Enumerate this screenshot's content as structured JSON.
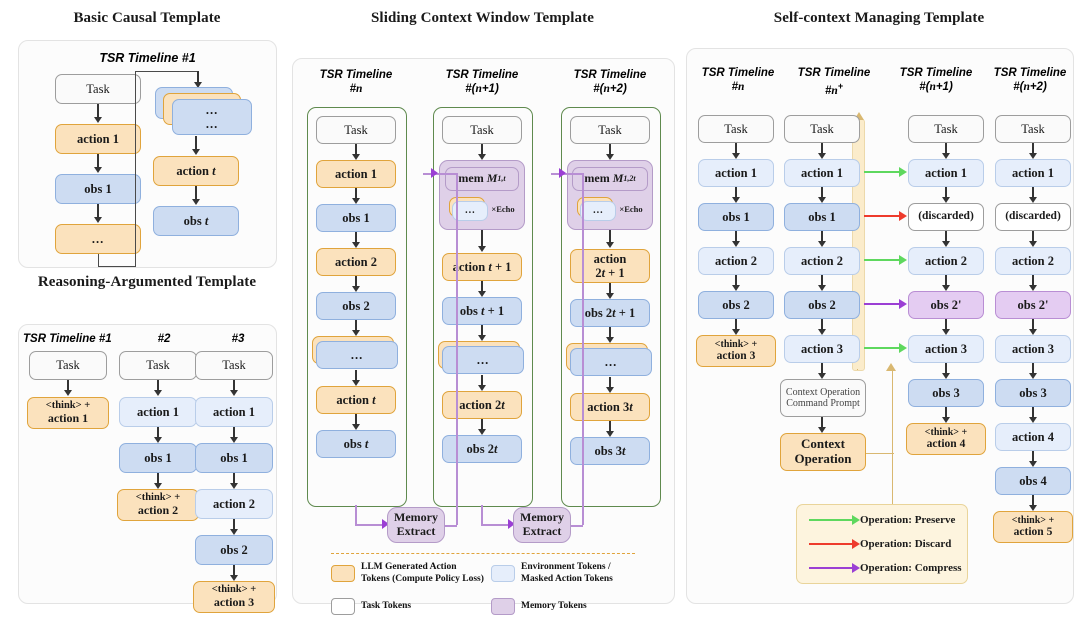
{
  "panels": {
    "basic": {
      "title": "Basic Causal Template",
      "timeline_label": "TSR Timeline #1",
      "left_column": [
        "Task",
        "action 1",
        "obs 1",
        "..."
      ],
      "right_column": [
        "...",
        "action t",
        "obs t"
      ],
      "stack_label": "..."
    },
    "reasoning": {
      "title": "Reasoning-Argumented Template",
      "headers": [
        "TSR Timeline #1",
        "#2",
        "#3"
      ],
      "columns": [
        [
          "Task",
          "<think> + action 1"
        ],
        [
          "Task",
          "action 1",
          "obs 1",
          "<think> + action 2"
        ],
        [
          "Task",
          "action 1",
          "obs 1",
          "action 2",
          "obs 2",
          "<think> + action 3"
        ]
      ]
    },
    "sliding": {
      "title": "Sliding Context Window Template",
      "headers": [
        "TSR Timeline #n",
        "TSR Timeline #(n+1)",
        "TSR Timeline #(n+2)"
      ],
      "col1": [
        "Task",
        "action 1",
        "obs 1",
        "action 2",
        "obs 2",
        "...",
        "action t",
        "obs t"
      ],
      "col2": [
        "Task",
        "mem M 1,t",
        "... ×Echo",
        "action t + 1",
        "obs t + 1",
        "...",
        "action 2t",
        "obs 2t"
      ],
      "col3": [
        "Task",
        "mem M 1,2t",
        "... ×Echo",
        "action 2t + 1",
        "obs 2t + 1",
        "...",
        "action 3t",
        "obs 3t"
      ],
      "memory_extract": "Memory Extract",
      "echo_label": "×Echo",
      "ellipsis": "..."
    },
    "selfctx": {
      "title": "Self-context Managing Template",
      "headers": [
        "TSR Timeline #n",
        "TSR Timeline #n+",
        "TSR Timeline #(n+1)",
        "TSR Timeline #(n+2)"
      ],
      "col1": [
        "Task",
        "action 1",
        "obs 1",
        "action 2",
        "obs 2",
        "<think> + action 3"
      ],
      "col2": [
        "Task",
        "action 1",
        "obs 1",
        "action 2",
        "obs 2",
        "action 3"
      ],
      "col2_extra": [
        "Context Operation Command Prompt",
        "Context Operation"
      ],
      "col3": [
        "Task",
        "action 1",
        "(discarded)",
        "action 2",
        "obs 2'",
        "action 3",
        "obs 3",
        "<think> + action 4"
      ],
      "col4": [
        "Task",
        "action 1",
        "(discarded)",
        "action 2",
        "obs 2'",
        "action 3",
        "obs 3",
        "action 4",
        "obs 4",
        "<think> + action 5"
      ]
    }
  },
  "legend": {
    "items": [
      {
        "label": "LLM Generated Action Tokens (Compute Policy Loss)",
        "color": "#fbe2bd",
        "border": "#e0a43c"
      },
      {
        "label": "Environment Tokens / Masked Action Tokens",
        "color": "#e6eefb",
        "border": "#b9cde9"
      },
      {
        "label": "Task Tokens",
        "color": "#ffffff",
        "border": "#9d9d9d"
      },
      {
        "label": "Memory Tokens",
        "color": "#dfd0e8",
        "border": "#b49bc8"
      }
    ]
  },
  "op_legend": {
    "items": [
      {
        "label": "Operation: Preserve",
        "color": "#5ed85e"
      },
      {
        "label": "Operation: Discard",
        "color": "#ee3b2c"
      },
      {
        "label": "Operation: Compress",
        "color": "#9b3fd4"
      }
    ]
  }
}
